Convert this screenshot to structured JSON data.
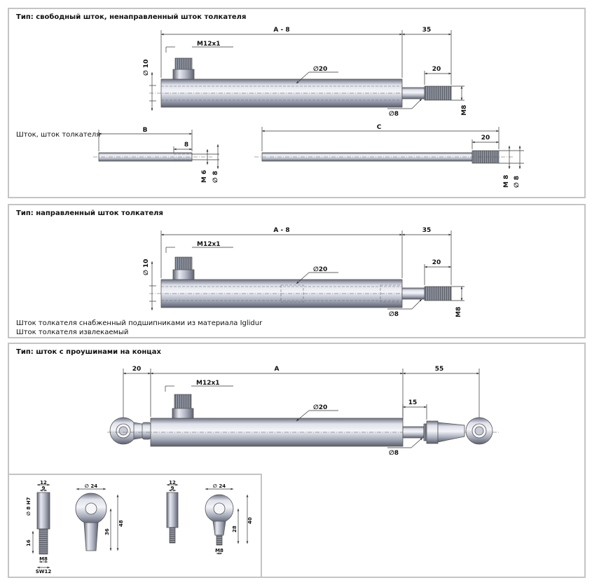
{
  "panel1": {
    "title": "Тип: свободный шток, ненаправленный шток толкателя",
    "note": "Шток, шток толкателя",
    "dims": {
      "overall": "A - 8",
      "ext": "35",
      "thread_len": "20",
      "port": "M12x1",
      "diameter": "∅20",
      "rod_d": "∅8",
      "rod_thread": "M8",
      "port_d": "∅ 10",
      "b": "B",
      "b8": "8",
      "b_m6": "M 6",
      "b_d8": "∅ 8",
      "c": "C",
      "c20": "20",
      "c_m8": "M 8",
      "c_d8": "∅ 8"
    }
  },
  "panel2": {
    "title": "Тип: направленный шток толкателя",
    "note1": "Шток толкателя снабженный подшипниками из материала Iglidur",
    "note2": "Шток толкателя извлекаемый",
    "dims": {
      "overall": "A - 8",
      "ext": "35",
      "thread_len": "20",
      "port": "M12x1",
      "diameter": "∅20",
      "rod_d": "∅8",
      "rod_thread": "M8",
      "port_d": "∅ 10"
    }
  },
  "panel3": {
    "title": "Тип: шток с проушинами на концах",
    "dims": {
      "left": "20",
      "overall": "A",
      "right": "55",
      "port": "M12x1",
      "diameter": "∅20",
      "nut": "15",
      "rod_d": "∅8"
    }
  },
  "panel4": {
    "dims": {
      "w12a": "12",
      "w9a": "9",
      "h7": "∅ 8 H7",
      "d24a": "∅ 24",
      "h48": "48",
      "h36": "36",
      "h16": "16",
      "m8a": "M8",
      "sw": "SW12",
      "w12b": "12",
      "w9b": "9",
      "d24b": "∅ 24",
      "h40": "40",
      "h28": "28",
      "m8b": "M8"
    }
  },
  "colors": {
    "metal_light": "#eef0f5",
    "metal_mid": "#a9aebd",
    "metal_dark": "#5f6372",
    "panel_border": "#c4c4c4"
  }
}
